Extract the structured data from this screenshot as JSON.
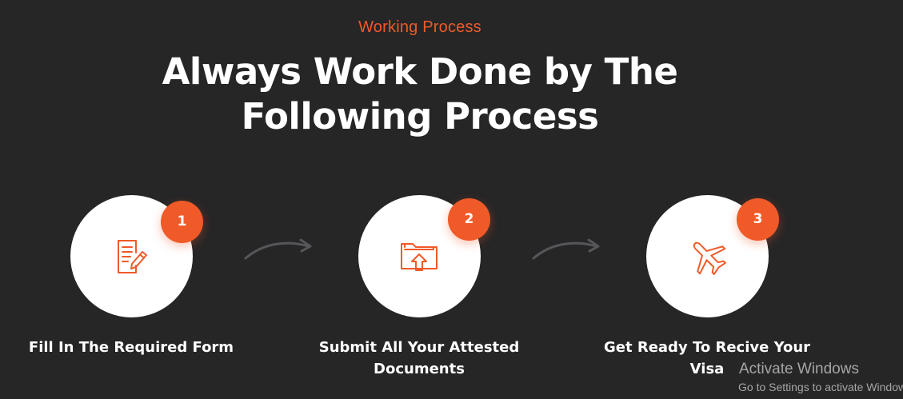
{
  "section": {
    "eyebrow": "Working Process",
    "title": "Always Work Done by The Following Process"
  },
  "steps": [
    {
      "number": "1",
      "label": "Fill In The Required Form",
      "icon": "document-edit-icon"
    },
    {
      "number": "2",
      "label": "Submit All Your Attested Documents",
      "icon": "folder-upload-icon"
    },
    {
      "number": "3",
      "label": "Get Ready To Recive Your Visa",
      "icon": "airplane-icon"
    }
  ],
  "watermark": {
    "title": "Activate Windows",
    "subtitle": "Go to Settings to activate Windows."
  },
  "colors": {
    "background": "#262627",
    "accent": "#f05a28",
    "circle": "#ffffff",
    "text": "#ffffff",
    "watermark": "#a6a6a6"
  }
}
